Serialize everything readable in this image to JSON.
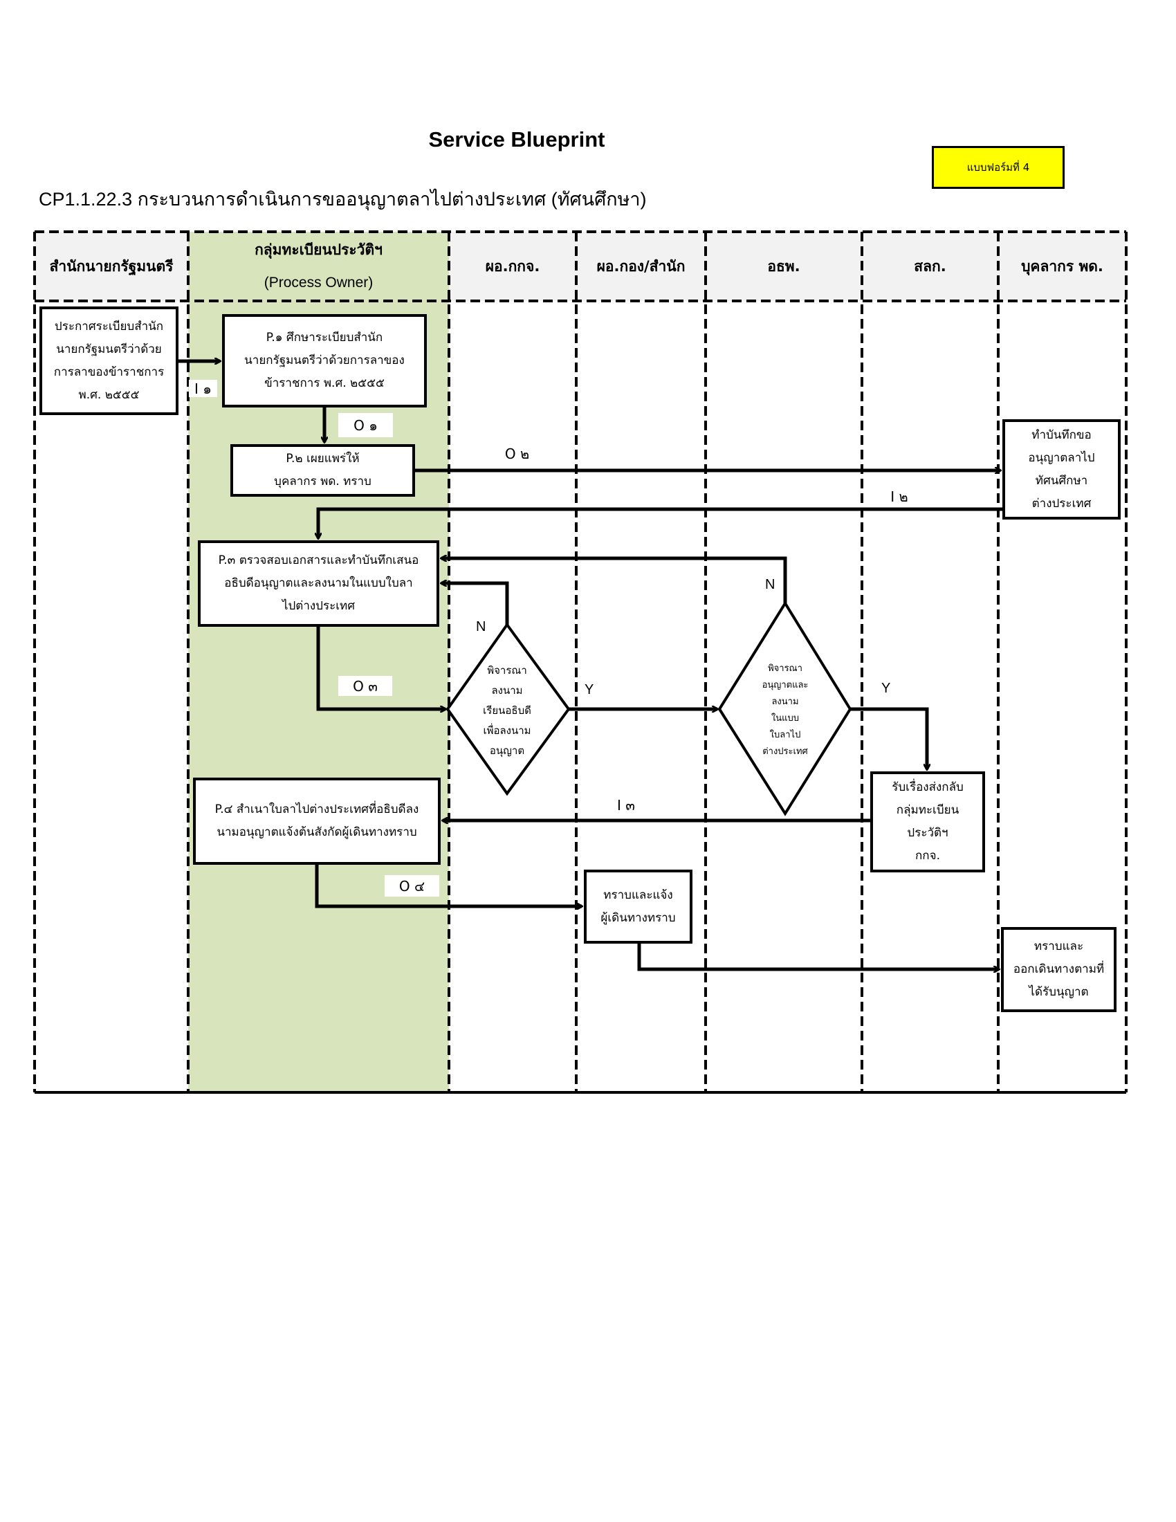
{
  "header": {
    "title": "Service Blueprint",
    "form_badge": "แบบฟอร์มที่ 4",
    "subtitle": "CP1.1.22.3 กระบวนการดำเนินการขออนุญาตลาไปต่างประเทศ (ทัศนศึกษา)"
  },
  "lanes": [
    {
      "label": "สำนักนายกรัฐมนตรี"
    },
    {
      "label": "กลุ่มทะเบียนประวัติฯ",
      "sublabel": "(Process Owner)"
    },
    {
      "label": "ผอ.กกจ."
    },
    {
      "label": "ผอ.กอง/สำนัก"
    },
    {
      "label": "อธพ."
    },
    {
      "label": "สลก."
    },
    {
      "label": "บุคลากร พด."
    }
  ],
  "colors": {
    "process_owner_lane": "#d8e4bc",
    "header_bg": "#f2f2f2",
    "badge": "#ffff00"
  },
  "nodes": {
    "regulation": "ประกาศระเบียบสำนัก\nนายกรัฐมนตรีว่าด้วย\nการลาของข้าราชการ\nพ.ศ. ๒๕๕๕",
    "p1": "P.๑ ศึกษาระเบียบสำนัก\nนายกรัฐมนตรีว่าด้วยการลาของ\nข้าราชการ พ.ศ. ๒๕๕๕",
    "p2": "P.๒ เผยแพร่ให้\nบุคลากร พด. ทราบ",
    "staff_request": "ทำบันทึกขอ\nอนุญาตลาไป\nทัศนศึกษา\nต่างประเทศ",
    "p3": "P.๓ ตรวจสอบเอกสารและทำบันทึกเสนอ\nอธิบดีอนุญาตและลงนามในแบบใบลา\nไปต่างประเทศ",
    "decision1": "พิจารณา\nลงนาม\nเรียนอธิบดี\nเพื่อลงนาม\nอนุญาต",
    "decision2": "พิจารณา\nอนุญาตและ\nลงนาม\nในแบบ\nใบลาไป\nต่างประเทศ",
    "return_box": "รับเรื่องส่งกลับ\nกลุ่มทะเบียน\nประวัติฯ\nกกจ.",
    "p4": "P.๔ สำเนาใบลาไปต่างประเทศที่อธิบดีลง\nนามอนุญาตแจ้งต้นสังกัดผู้เดินทางทราบ",
    "notify": "ทราบและแจ้ง\nผู้เดินทางทราบ",
    "travel": "ทราบและ\nออกเดินทางตามที่\nได้รับนุญาต"
  },
  "flow_labels": {
    "i1": "I ๑",
    "o1": "O ๑",
    "o2": "O ๒",
    "i2": "I ๒",
    "o3": "O ๓",
    "i3": "I ๓",
    "o4": "O ๔",
    "n1": "N",
    "y1": "Y",
    "n2": "N",
    "y2": "Y"
  }
}
